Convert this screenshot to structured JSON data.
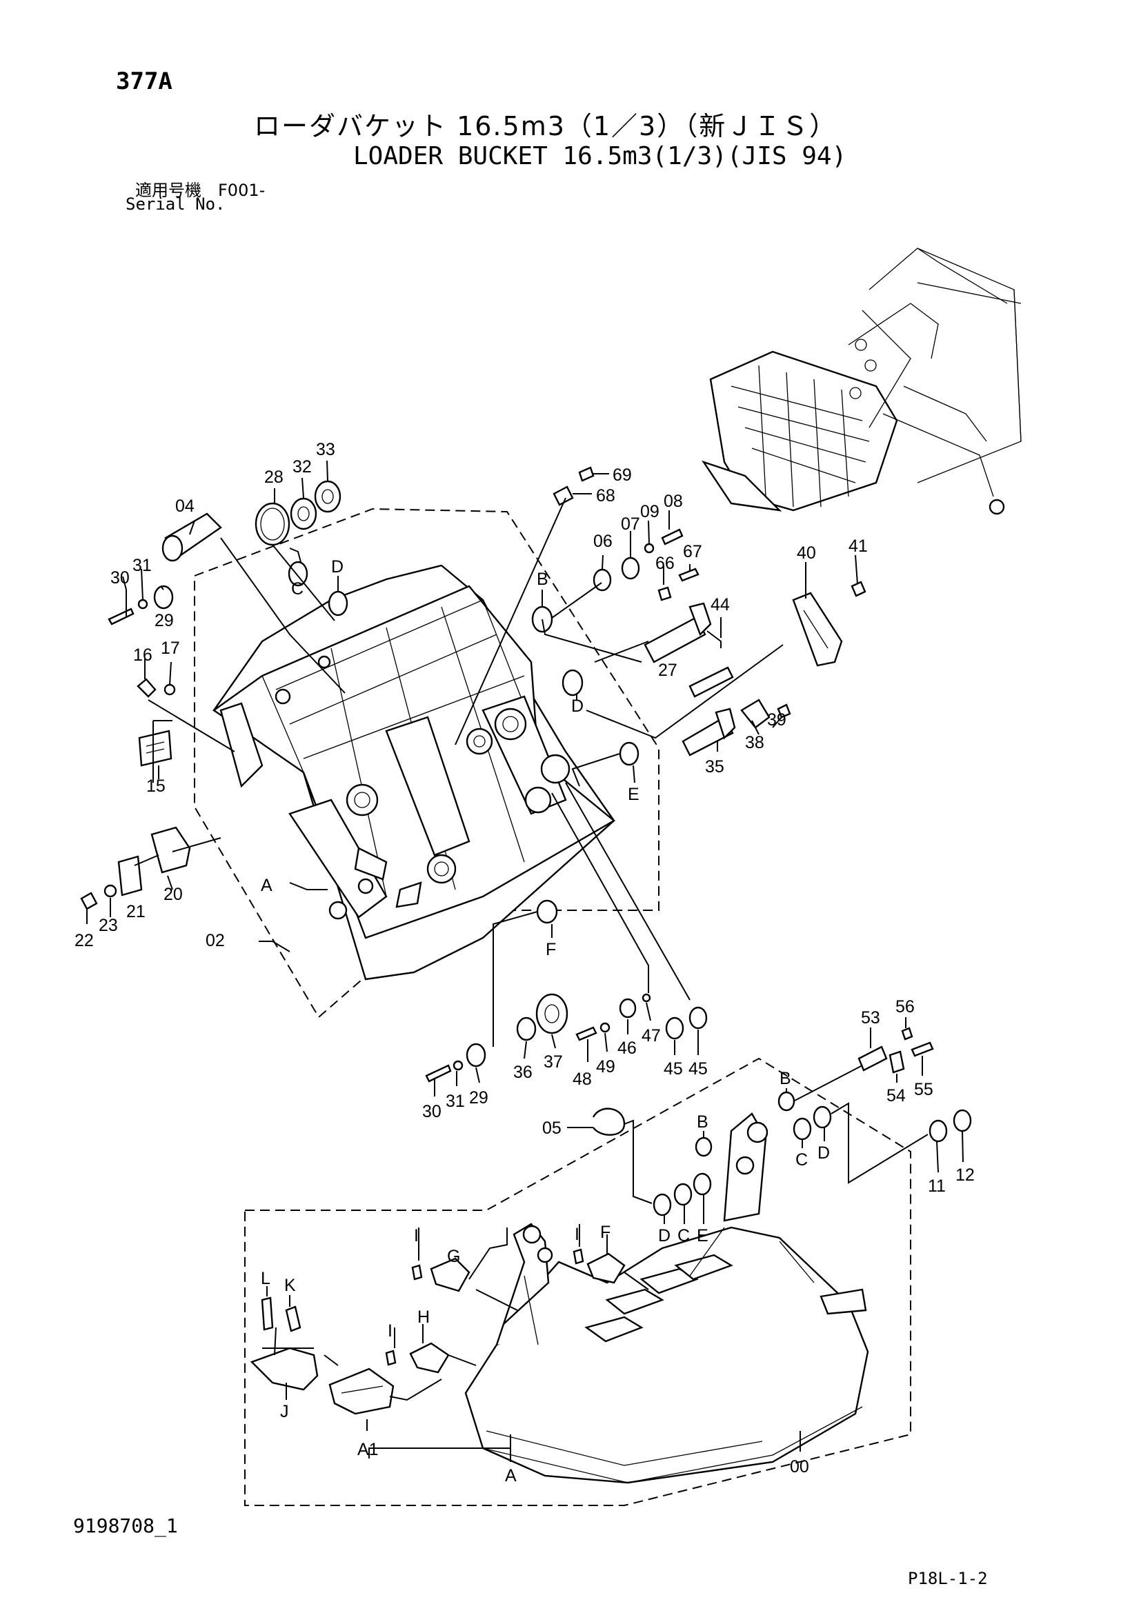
{
  "header": {
    "page_code": "377A",
    "title_jp": "ローダバケット 16.5m3（1／3）（新ＪＩＳ）",
    "title_en": "LOADER BUCKET 16.5m3(1/3)(JIS 94)",
    "serial_label_jp": "適用号機　F001-",
    "serial_label_en": "Serial No."
  },
  "footer": {
    "doc_number": "9198708_1",
    "page_ref": "P18L-1-2"
  },
  "callouts": {
    "p00": "00",
    "p02": "02",
    "p04": "04",
    "p05": "05",
    "p06": "06",
    "p07": "07",
    "p08": "08",
    "p09": "09",
    "p11": "11",
    "p12": "12",
    "p15": "15",
    "p16": "16",
    "p17": "17",
    "p20": "20",
    "p21": "21",
    "p22": "22",
    "p23": "23",
    "p27": "27",
    "p28": "28",
    "p29a": "29",
    "p29b": "29",
    "p30a": "30",
    "p30b": "30",
    "p31a": "31",
    "p31b": "31",
    "p32": "32",
    "p33": "33",
    "p35": "35",
    "p36": "36",
    "p37": "37",
    "p38": "38",
    "p39": "39",
    "p40": "40",
    "p41": "41",
    "p44": "44",
    "p45a": "45",
    "p45b": "45",
    "p46": "46",
    "p47": "47",
    "p48": "48",
    "p49": "49",
    "p53": "53",
    "p54": "54",
    "p55": "55",
    "p56": "56",
    "p66": "66",
    "p67": "67",
    "p68": "68",
    "p69": "69"
  },
  "letters": {
    "A_frame": "A",
    "A_bucket": "A",
    "A1": "A1",
    "B_frame": "B",
    "B_b1": "B",
    "B_b2": "B",
    "C_frame": "C",
    "C_b1": "C",
    "C_b2": "C",
    "D_f1": "D",
    "D_f2": "D",
    "D_b1": "D",
    "D_b2": "D",
    "E_frame": "E",
    "E_bucket": "E",
    "F_frame": "F",
    "F_bucket": "F",
    "G": "G",
    "H": "H",
    "I_1": "I",
    "I_2": "I",
    "I_3": "I",
    "J": "J",
    "K": "K",
    "L": "L"
  }
}
